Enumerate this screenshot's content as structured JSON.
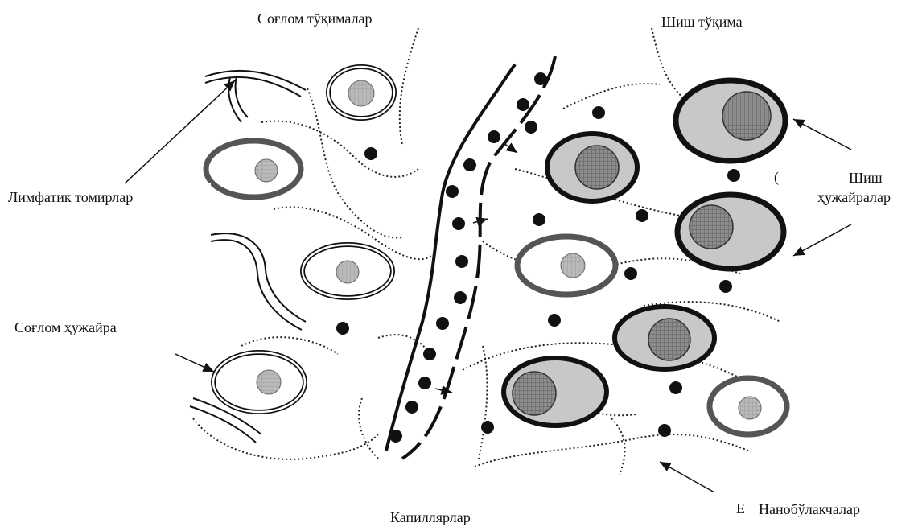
{
  "labels": {
    "healthy_tissues": "Соғлом тўқималар",
    "tumor_tissue": "Шиш тўқима",
    "lymphatic_vessels": "Лимфатик томирлар",
    "tumor_cells_line1": "Шиш",
    "tumor_cells_line2": "ҳужайралар",
    "healthy_cell": "Соғлом ҳужайра",
    "capillaries": "Капиллярлар",
    "nanoparticles": "Нанобўлакчалар"
  },
  "fragments": {
    "clipped_right_1": "(",
    "clipped_bottom_1": "Е"
  },
  "colors": {
    "ink": "#111111",
    "tumor_cell_fill": "#c8c8c8",
    "nucleus_fill": "#9a9a9a",
    "healthy_nucleus_fill": "#b8b8b8",
    "outline_gray": "#555555"
  }
}
